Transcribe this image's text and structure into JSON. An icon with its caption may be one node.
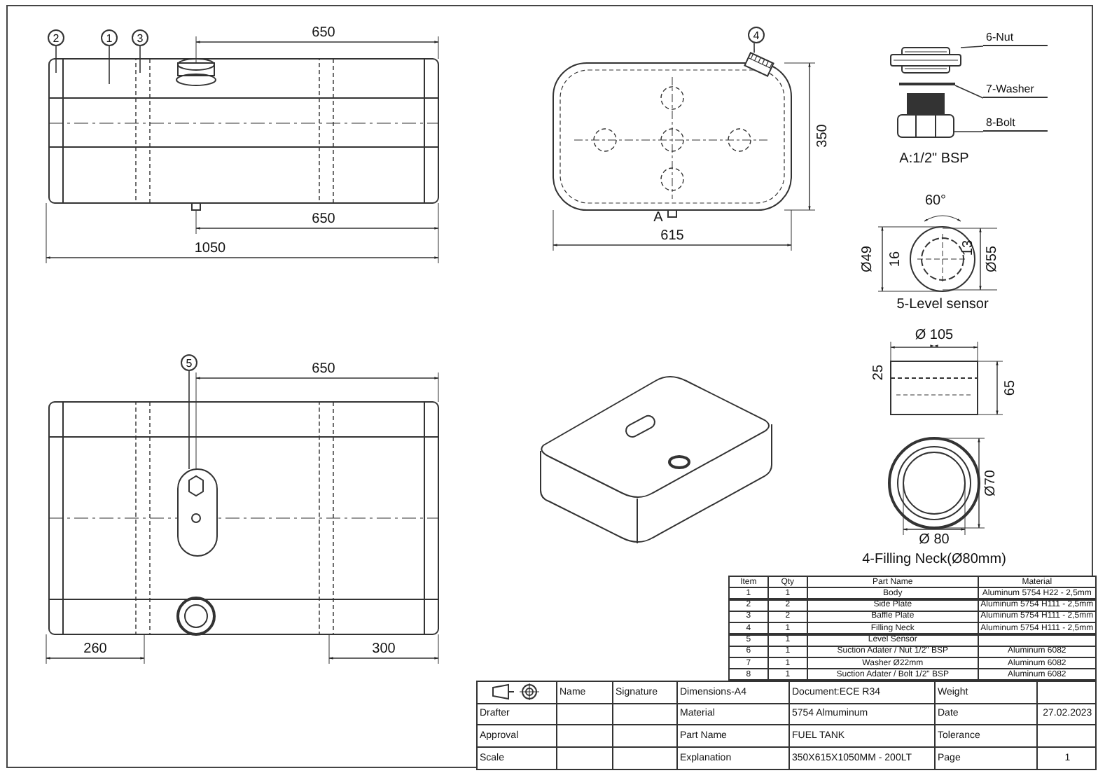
{
  "diagram": {
    "nodes": [
      {
        "text": [
          "2"
        ]
      },
      {
        "text": [
          "1"
        ]
      },
      {
        "text": [
          "3"
        ]
      },
      {
        "text": [
          "4"
        ]
      },
      {
        "text": [
          "5"
        ]
      },
      {
        "text": [
          "6-Nut"
        ]
      },
      {
        "text": [
          "7-Washer"
        ]
      },
      {
        "text": [
          "8-Bolt"
        ]
      },
      {
        "text": [],
        "shape": "picture"
      },
      {
        "text": [],
        "shape": "bar"
      },
      {
        "text": [],
        "shape": "picture"
      },
      {
        "text": [],
        "shape": "picture"
      }
    ],
    "edges": [
      {
        "from": 0,
        "to": null,
        "arrow": "none"
      },
      {
        "from": 1,
        "to": null,
        "arrow": "none"
      },
      {
        "from": 2,
        "to": null,
        "arrow": "none"
      },
      {
        "from": 3,
        "to": 11,
        "arrow": "none"
      },
      {
        "from": 4,
        "to": null,
        "arrow": "none"
      },
      {
        "from": 5,
        "to": 8,
        "arrow": "none"
      },
      {
        "from": 6,
        "to": 9,
        "arrow": "none"
      },
      {
        "from": 7,
        "to": 10,
        "arrow": "none"
      }
    ],
    "labels": [
      "650",
      "650",
      "1050",
      "350",
      "615",
      "A",
      "A:1/2\" BSP",
      "60°",
      "Ø49",
      "16",
      "13",
      "Ø55",
      "5-Level sensor",
      "650",
      "260",
      "300",
      "Ø 105",
      "25",
      "65",
      "Ø70",
      "Ø 80",
      "4-Filling Neck(Ø80mm)",
      "Item",
      "Qty",
      "Part Name",
      "Material",
      "1",
      "1",
      "Body",
      "Aluminum 5754 H22 - 2,5mm",
      "2",
      "2",
      "Side Plate",
      "Aluminum 5754 H111 - 2,5mm",
      "3",
      "2",
      "Baffle Plate",
      "Aluminum 5754 H111 - 2,5mm",
      "4",
      "1",
      "Filling Neck",
      "Aluminum 5754 H111 - 2,5mm",
      "5",
      "1",
      "Level Sensor",
      "6",
      "1",
      "Suction Adater / Nut 1/2\" BSP",
      "Aluminum 6082",
      "7",
      "1",
      "Washer Ø22mm",
      "Aluminum 6082",
      "8",
      "1",
      "Suction Adater / Bolt 1/2\" BSP",
      "Aluminum 6082",
      "Name",
      "Signature",
      "Dimensions-A4",
      "Document:ECE R34",
      "Weight",
      "Drafter",
      "Material",
      "5754 Almuminum",
      "Date",
      "27.02.2023",
      "Approval",
      "Part Name",
      "FUEL TANK",
      "Tolerance",
      "Scale",
      "Explanation",
      "350X615X1050MM - 200LT",
      "Page",
      "1"
    ]
  }
}
